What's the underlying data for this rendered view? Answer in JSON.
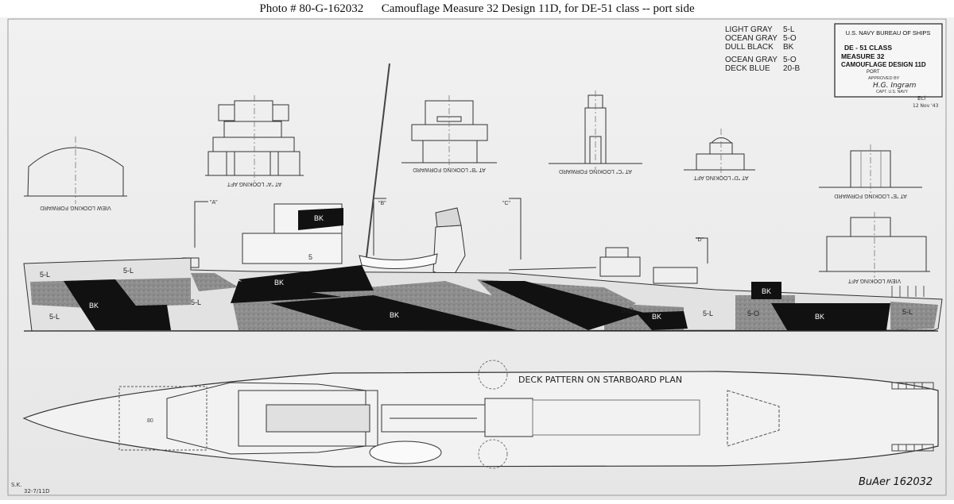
{
  "caption": {
    "photo_label": "Photo #",
    "photo_number": "80-G-162032",
    "title": "Camouflage Measure 32 Design 11D, for DE-51 class -- port side"
  },
  "legend": {
    "rows": [
      {
        "name": "LIGHT GRAY",
        "code": "5-L"
      },
      {
        "name": "OCEAN GRAY",
        "code": "5-O"
      },
      {
        "name": "DULL BLACK",
        "code": "BK"
      },
      {
        "name": "OCEAN GRAY",
        "code": "5-O"
      },
      {
        "name": "DECK BLUE",
        "code": "20-B"
      }
    ]
  },
  "title_block": {
    "agency": "U.S. NAVY  BUREAU OF SHIPS",
    "ship_class": "DE - 51 CLASS",
    "measure": "MEASURE 32",
    "design": "CAMOUFLAGE DESIGN 11D",
    "side": "PORT",
    "approved": "APPROVED BY",
    "signature": "H.G. Ingram",
    "rank": "CAPT. U.S. NAVY",
    "initials": "Ecl",
    "date": "12 Nov '43"
  },
  "section_views": {
    "bow": "VIEW LOOKING FORWARD",
    "a": "AT \"A\" LOOKING AFT",
    "b": "AT \"B\" LOOKING FORWARD",
    "c": "AT \"C\" LOOKING FORWARD",
    "d": "AT \"D\" LOOKING AFT",
    "e": "AT \"E\" LOOKING FORWARD",
    "stern": "VIEW LOOKING AFT"
  },
  "section_markers": {
    "a": "\"A\"",
    "b": "\"B\"",
    "c": "\"C\"",
    "d": "\"D\""
  },
  "paint_labels": {
    "light": "5-L",
    "ocean": "5-O",
    "black": "BK",
    "single": "5"
  },
  "deck_plan": {
    "title": "DECK PATTERN ON STARBOARD PLAN",
    "mark": "80"
  },
  "footer": {
    "initials": "S.K.",
    "drawing_ref": "32-7/11D",
    "plate_number": "BuAer 162032"
  }
}
